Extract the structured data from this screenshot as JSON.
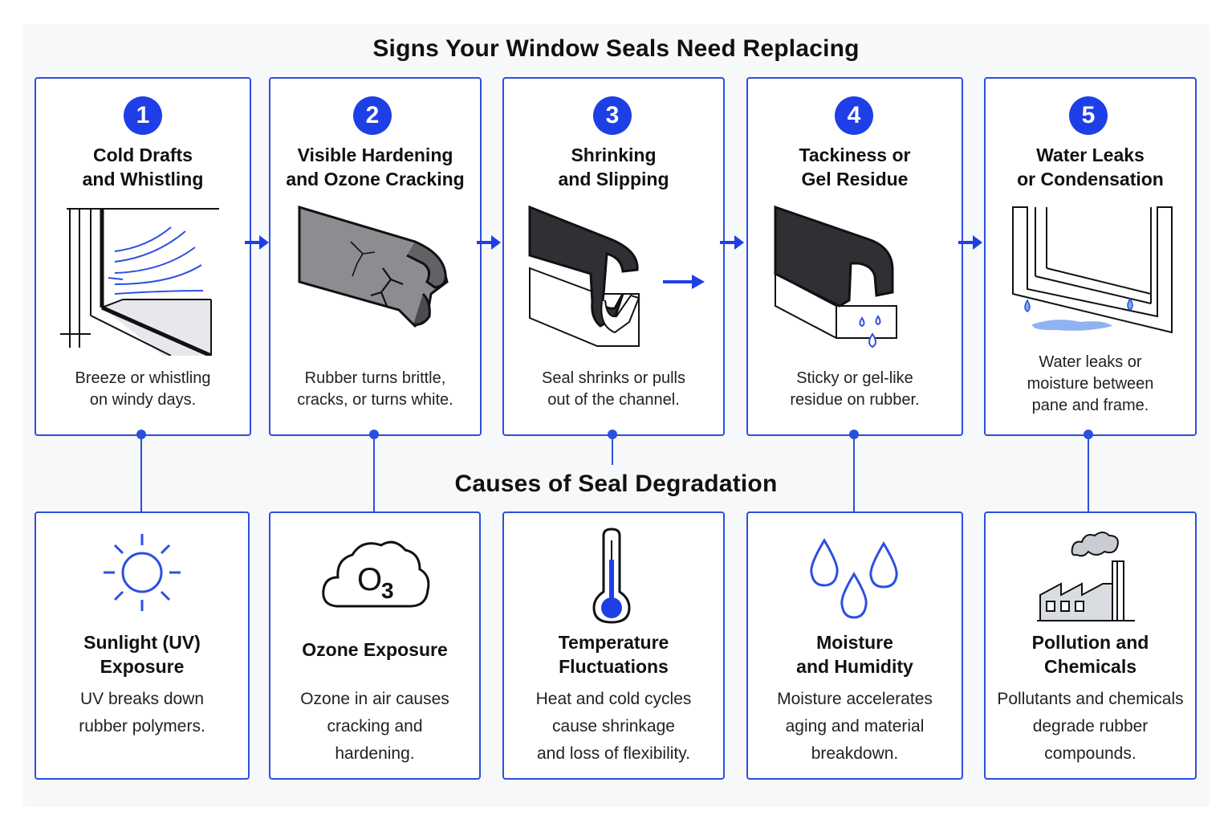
{
  "title": "Signs Your Window Seals Need Replacing",
  "subtitle": "Causes of Seal Degradation",
  "accent_color": "#1f3fe6",
  "signs": [
    {
      "number": "1",
      "title_line1": "Cold Drafts",
      "title_line2": "and Whistling",
      "desc_line1": "Breeze or whistling",
      "desc_line2": "on windy days.",
      "desc_line3": "",
      "icon": "window-draft-icon"
    },
    {
      "number": "2",
      "title_line1": "Visible Hardening",
      "title_line2": "and Ozone Cracking",
      "desc_line1": "Rubber turns brittle,",
      "desc_line2": "cracks, or turns white.",
      "desc_line3": "",
      "icon": "cracked-seal-icon"
    },
    {
      "number": "3",
      "title_line1": "Shrinking",
      "title_line2": "and Slipping",
      "desc_line1": "Seal shrinks or pulls",
      "desc_line2": "out of the channel.",
      "desc_line3": "",
      "icon": "shrinking-seal-icon"
    },
    {
      "number": "4",
      "title_line1": "Tackiness or",
      "title_line2": "Gel Residue",
      "desc_line1": "Sticky or gel-like",
      "desc_line2": "residue on rubber.",
      "desc_line3": "",
      "icon": "sticky-seal-icon"
    },
    {
      "number": "5",
      "title_line1": "Water Leaks",
      "title_line2": "or Condensation",
      "desc_line1": "Water leaks or",
      "desc_line2": "moisture between",
      "desc_line3": "pane and frame.",
      "icon": "leaking-window-icon"
    }
  ],
  "causes": [
    {
      "title_line1": "Sunlight (UV)",
      "title_line2": "Exposure",
      "desc_line1": "UV breaks down",
      "desc_line2": "rubber polymers.",
      "desc_line3": "",
      "icon": "sun-icon"
    },
    {
      "title_line1": "Ozone Exposure",
      "title_line2": "",
      "desc_line1": "Ozone in air causes",
      "desc_line2": "cracking and",
      "desc_line3": "hardening.",
      "icon": "ozone-cloud-icon",
      "icon_text": "O",
      "icon_sub": "3"
    },
    {
      "title_line1": "Temperature",
      "title_line2": "Fluctuations",
      "desc_line1": "Heat and cold cycles",
      "desc_line2": "cause shrinkage",
      "desc_line3": "and loss of flexibility.",
      "icon": "thermometer-icon"
    },
    {
      "title_line1": "Moisture",
      "title_line2": "and Humidity",
      "desc_line1": "Moisture accelerates",
      "desc_line2": "aging and material",
      "desc_line3": "breakdown.",
      "icon": "water-drops-icon"
    },
    {
      "title_line1": "Pollution and",
      "title_line2": "Chemicals",
      "desc_line1": "Pollutants and chemicals",
      "desc_line2": "degrade rubber",
      "desc_line3": "compounds.",
      "icon": "factory-icon"
    }
  ]
}
